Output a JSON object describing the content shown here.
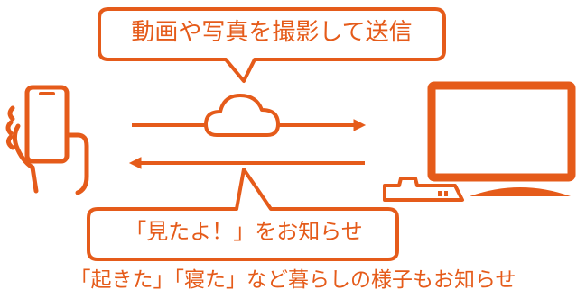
{
  "callout_top": {
    "text": "動画や写真を撮影して送信"
  },
  "callout_bottom": {
    "text": "「見たよ！」をお知らせ"
  },
  "caption": {
    "text": "「起きた」「寝た」など暮らしの様子もお知らせ"
  },
  "colors": {
    "accent": "#e55b1a",
    "background": "#ffffff"
  },
  "icons": {
    "phone": "hand-holding-smartphone-icon",
    "cloud": "cloud-icon",
    "tv": "tv-monitor-icon",
    "device": "set-top-box-icon"
  }
}
